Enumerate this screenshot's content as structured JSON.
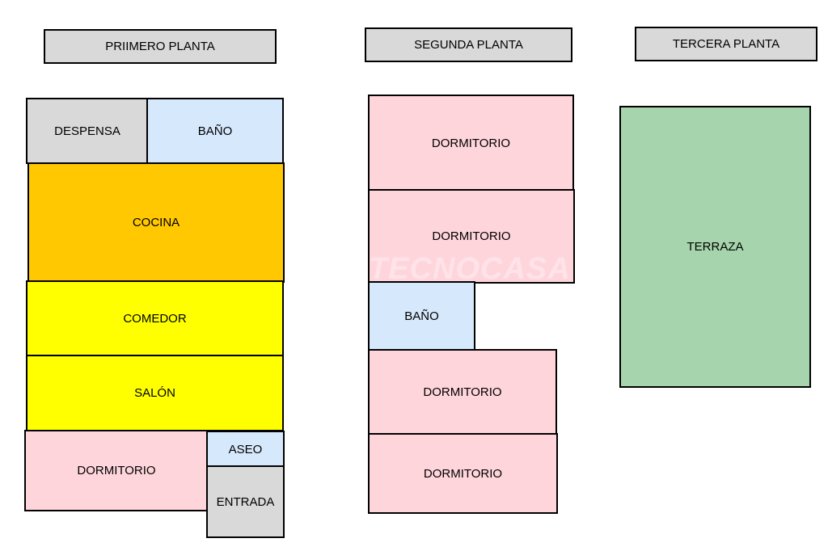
{
  "titles": {
    "first": "PRIIMERO PLANTA",
    "second": "SEGUNDA PLANTA",
    "third": "TERCERA PLANTA"
  },
  "first_floor": {
    "despensa": "DESPENSA",
    "bano": "BAÑO",
    "cocina": "COCINA",
    "comedor": "COMEDOR",
    "salon": "SALÓN",
    "dormitorio": "DORMITORIO",
    "aseo": "ASEO",
    "entrada": "ENTRADA"
  },
  "second_floor": {
    "dormitorio_1": "DORMITORIO",
    "dormitorio_2": "DORMITORIO",
    "bano": "BAÑO",
    "dormitorio_3": "DORMITORIO",
    "dormitorio_4": "DORMITORIO"
  },
  "third_floor": {
    "terraza": "TERRAZA"
  },
  "watermark": "TECNOCASA",
  "colors": {
    "grey": "#d9d9d9",
    "blue": "#d6e8fb",
    "orange": "#ffc800",
    "yellow": "#ffff00",
    "pink": "#ffd5dc",
    "green": "#a6d5ad"
  }
}
